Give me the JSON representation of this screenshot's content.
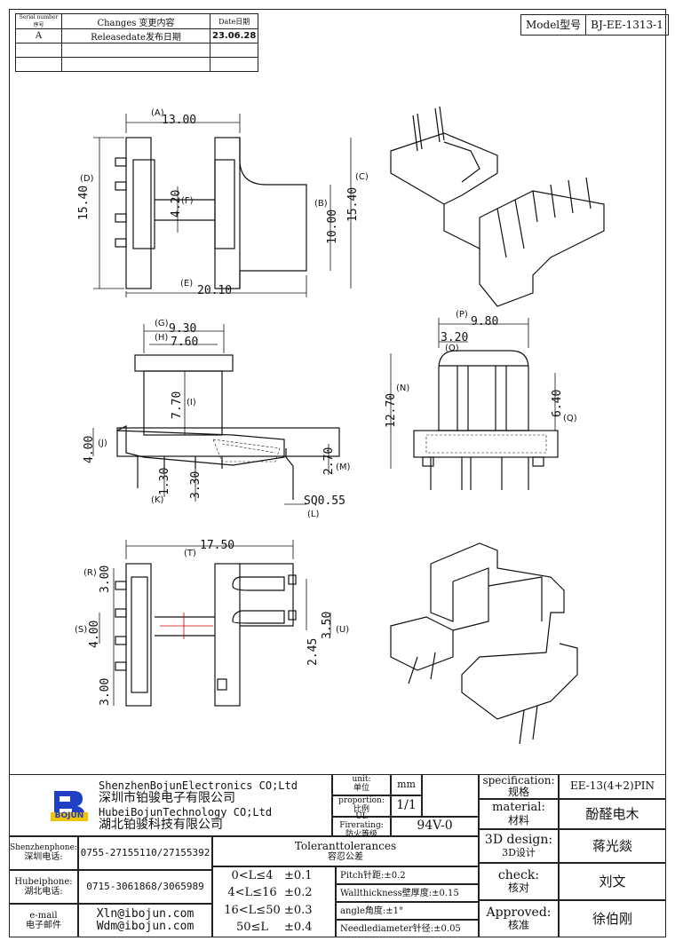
{
  "revision_table": {
    "headers": [
      "Serial number序号",
      "Changes 变更内容",
      "Date日期"
    ],
    "rows": [
      [
        "A",
        "Releasedate发布日期",
        "23.06.28"
      ],
      [
        "",
        "",
        ""
      ],
      [
        "",
        "",
        ""
      ]
    ]
  },
  "model": {
    "label": "Model型号",
    "value": "BJ-EE-1313-1"
  },
  "dimensions": {
    "d13": "13.00",
    "d15_4a": "15.40",
    "d4_2": "4.20",
    "d10": "10.00",
    "d15_4b": "15.40",
    "d20_1": "20.10",
    "d9_3": "9.30",
    "d7_6": "7.60",
    "d7_7": "7.70",
    "d4": "4.00",
    "d1_3": "1.30",
    "d3_3": "3.30",
    "d2_7": "2.70",
    "sq": "SQ0.55",
    "d9_8": "9.80",
    "d3_2": "3.20",
    "d12_7": "12.70",
    "d6_4": "6.40",
    "d17_5": "17.50",
    "d3a": "3.00",
    "d4b": "4.00",
    "d3c": "3.00",
    "d3_5": "3.50",
    "d2_45": "2.45"
  },
  "labels": {
    "A": "(A)",
    "B": "(B)",
    "C": "(C)",
    "D": "(D)",
    "E": "(E)",
    "F": "(F)",
    "G": "(G)",
    "H": "(H)",
    "I": "(I)",
    "J": "(J)",
    "K": "(K)",
    "L": "(L)",
    "M": "(M)",
    "N": "(N)",
    "O": "(O)",
    "P": "(P)",
    "Q": "(Q)",
    "R": "(R)",
    "S": "(S)",
    "T": "(T)",
    "U": "(U)"
  },
  "title_block": {
    "company_en1": "ShenzhenBojunElectronics CO;Ltd",
    "company_cn1": "深圳市铂骏电子有限公司",
    "company_en2": "HubeiBojunTechnology CO;Ltd",
    "company_cn2": "湖北铂骏科技有限公司",
    "logo_text": "BOJUN",
    "unit_label": "unit:",
    "unit_label_cn": "单位",
    "unit_value": "mm",
    "proportion_label": "proportion:",
    "proportion_label_cn": "比例",
    "proportion_value": "1/1",
    "ul_label": "UL Firerating:",
    "ul_label_cn": "防火等级",
    "ul_value": "94V-0",
    "spec_label": "specification:",
    "spec_label_cn": "规格",
    "spec_value": "EE-13(4+2)PIN",
    "material_label": "material:",
    "material_label_cn": "材料",
    "material_value": "酚醛电木",
    "design_label": "3D design:",
    "design_label_cn": "3D设计",
    "design_value": "蒋光燚",
    "check_label": "check:",
    "check_label_cn": "核对",
    "check_value": "刘文",
    "approved_label": "Approved:",
    "approved_label_cn": "核准",
    "approved_value": "徐伯刚",
    "sz_phone_label": "Shenzhenphone:",
    "sz_phone_label_cn": "深圳电话:",
    "sz_phone": "0755-27155110/27155392",
    "hb_phone_label": "Hubeiphone:",
    "hb_phone_label_cn": "湖北电话:",
    "hb_phone": "0715-3061868/3065989",
    "email_label": "e-mail",
    "email_label_cn": "电子邮件",
    "email1": "Xln@ibojun.com",
    "email2": "Wdm@ibojun.com",
    "tol_title": "Toleranttolerances",
    "tol_title_cn": "容忍公差",
    "tol_rows": [
      {
        "range": "0<L≤4",
        "tol": "±0.1"
      },
      {
        "range": "4<L≤16",
        "tol": "±0.2"
      },
      {
        "range": "16<L≤50",
        "tol": "±0.3"
      },
      {
        "range": "50≤L",
        "tol": "±0.4"
      }
    ],
    "pitch": "Pitch针距:±0.2",
    "wall": "Wallthickness壁厚度:±0.15",
    "angle": "angle角度:±1°",
    "needle": "Needlediameter针径:±0.05"
  }
}
